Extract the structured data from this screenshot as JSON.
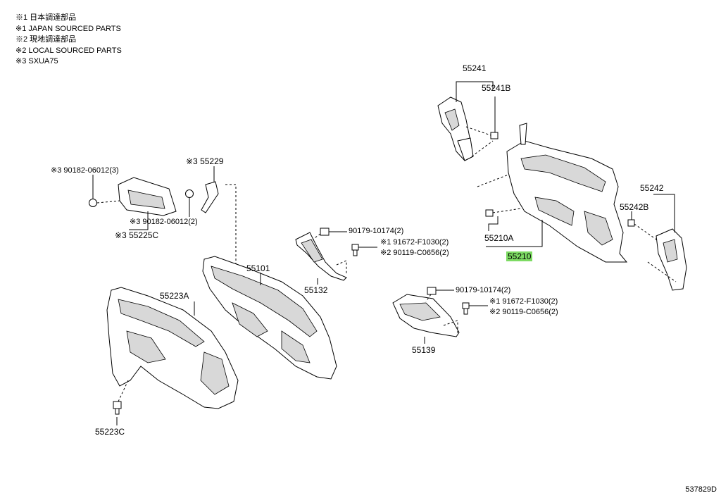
{
  "notes": [
    "※1 日本調達部品",
    "※1 JAPAN SOURCED PARTS",
    "※2 現地調達部品",
    "※2 LOCAL SOURCED PARTS",
    "※3 SXUA75"
  ],
  "labels": {
    "p55241": "55241",
    "p55241b": "55241B",
    "p55229": "※3 55229",
    "p90182a": "※3 90182-06012(3)",
    "p90182b": "※3 90182-06012(2)",
    "p55225c": "※3 55225C",
    "p90179a": "90179-10174(2)",
    "p91672a": "※1 91672-F1030(2)",
    "p90119a": "※2 90119-C0656(2)",
    "p55101": "55101",
    "p55132": "55132",
    "p55223a": "55223A",
    "p55223c": "55223C",
    "p90179b": "90179-10174(2)",
    "p91672b": "※1 91672-F1030(2)",
    "p90119b": "※2 90119-C0656(2)",
    "p55139": "55139",
    "p55210a": "55210A",
    "p55210": "55210",
    "p55242": "55242",
    "p55242b": "55242B"
  },
  "highlight_color": "#7ddb63",
  "diagram_id": "537829D"
}
